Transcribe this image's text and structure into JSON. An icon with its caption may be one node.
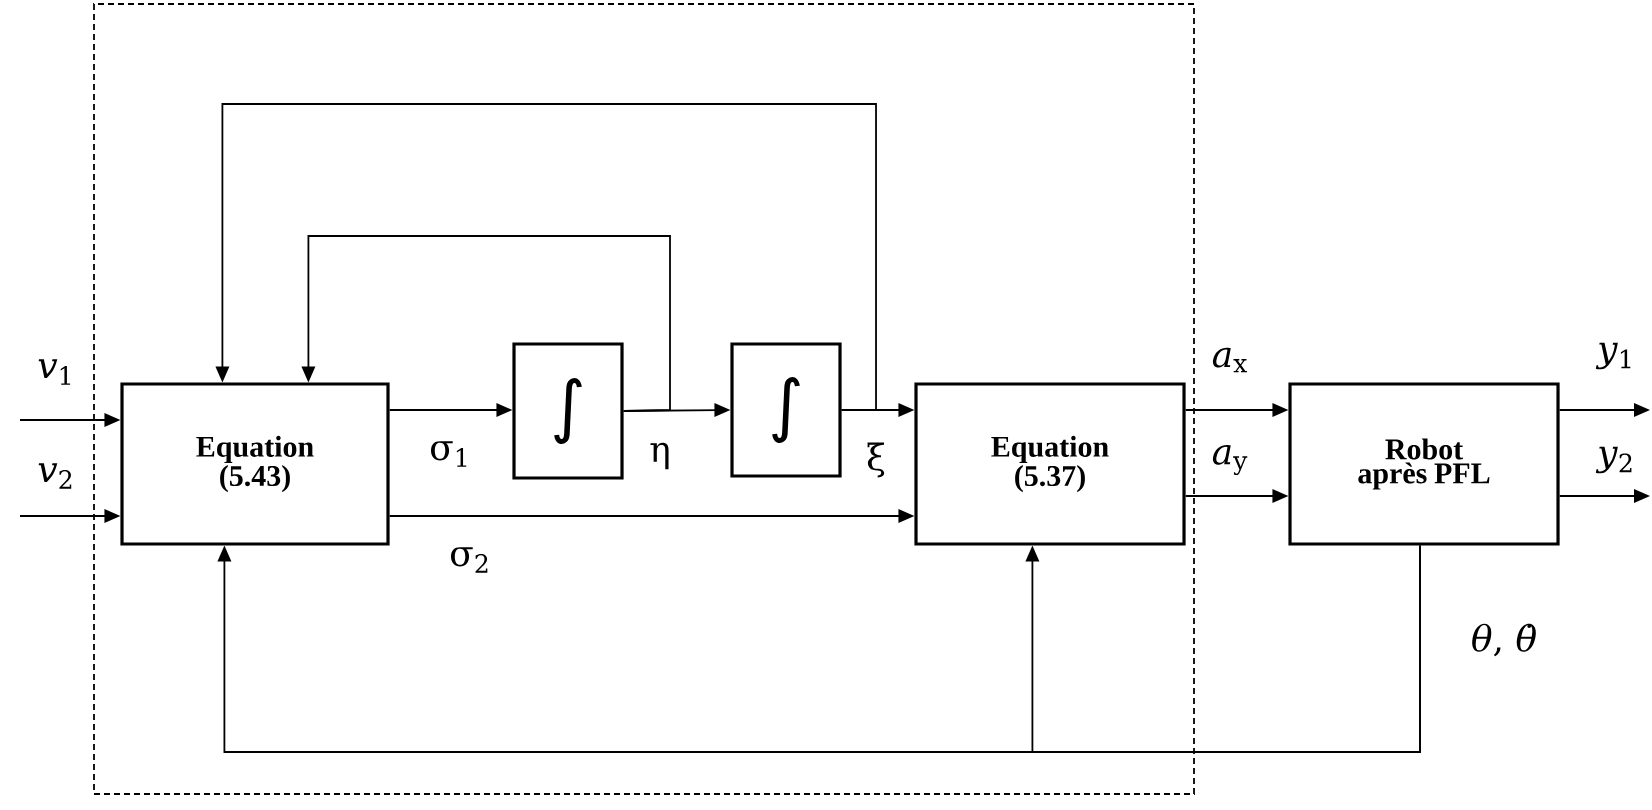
{
  "diagram": {
    "nodes": [
      {
        "text": [],
        "shape": "box"
      },
      {
        "text": [
          "Equation (5.43)"
        ],
        "in": 0
      },
      {
        "text": [
          "∫"
        ],
        "in": 0
      },
      {
        "text": [
          "∫"
        ],
        "in": 0
      },
      {
        "text": [
          "Equation (5.37)"
        ],
        "in": 0
      },
      {
        "text": [
          "Robot après PFL"
        ]
      }
    ],
    "edges": [
      {
        "from": null,
        "to": 1,
        "arrow": "to",
        "label": "*v*$_{1}$"
      },
      {
        "from": null,
        "to": 1,
        "arrow": "to",
        "label": "*v*$_{2}$"
      },
      {
        "from": 1,
        "to": 2,
        "arrow": "to",
        "label": "σ$_{1}$"
      },
      {
        "from": 2,
        "to": 3,
        "arrow": "to",
        "label": "η"
      },
      {
        "from": 3,
        "to": 4,
        "arrow": "to",
        "label": "ξ"
      },
      {
        "from": 1,
        "to": 4,
        "arrow": "to",
        "label": "σ$_{2}$"
      },
      {
        "from": 2,
        "to": 1,
        "arrow": "to"
      },
      {
        "from": 3,
        "to": 1,
        "arrow": "to"
      },
      {
        "from": 4,
        "to": 5,
        "arrow": "to",
        "label": "*a*$_{x}$"
      },
      {
        "from": 4,
        "to": 5,
        "arrow": "to",
        "label": "*a*$_{y}$"
      },
      {
        "from": 5,
        "to": null,
        "arrow": "to",
        "label": "*y*$_{1}$"
      },
      {
        "from": 5,
        "to": null,
        "arrow": "to",
        "label": "*y*$_{2}$"
      },
      {
        "from": 5,
        "to": 1,
        "arrow": "to",
        "label": "*θ*, *θ̇*"
      },
      {
        "from": 5,
        "to": 4,
        "arrow": "to"
      }
    ]
  }
}
